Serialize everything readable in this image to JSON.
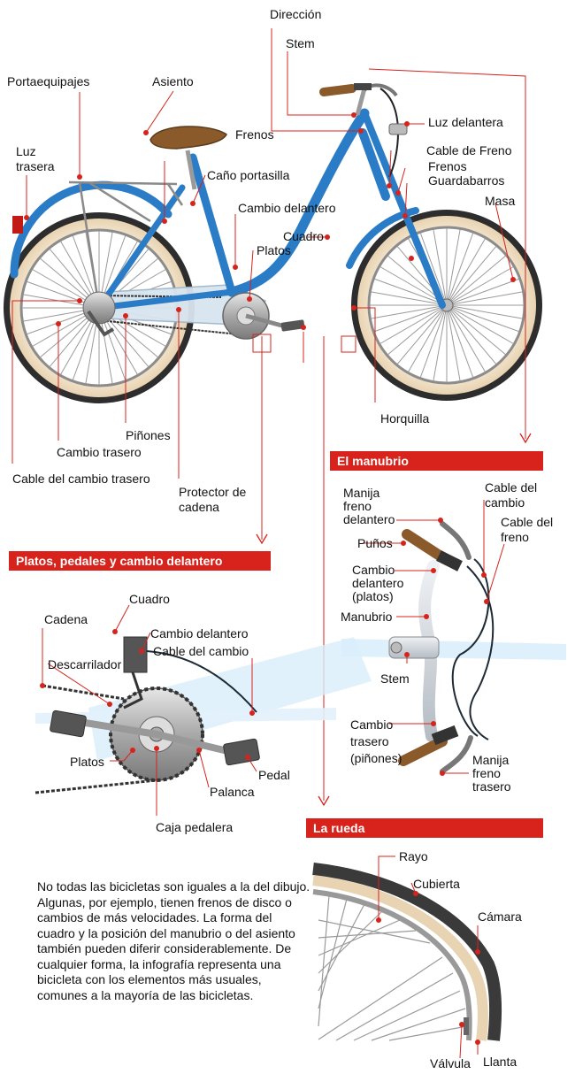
{
  "bike_labels": {
    "direccion": "Dirección",
    "stem": "Stem",
    "portaequipajes": "Portaequipajes",
    "asiento": "Asiento",
    "luz_delantera": "Luz delantera",
    "luz_trasera": "Luz\ntrasera",
    "frenos_top": "Frenos",
    "cano_portasilla": "Caño portasilla",
    "cable_de_freno": "Cable de Freno",
    "frenos_right": "Frenos",
    "guardabarros": "Guardabarros",
    "cambio_delantero": "Cambio delantero",
    "masa": "Masa",
    "cuadro": "Cuadro",
    "platos": "Platos",
    "pinones": "Piñones",
    "cambio_trasero": "Cambio trasero",
    "cable_cambio_trasero": "Cable del cambio trasero",
    "protector_cadena": "Protector de\ncadena",
    "horquilla": "Horquilla"
  },
  "sections": {
    "manubrio": {
      "title": "El manubrio",
      "labels": {
        "manija_freno_delantero": "Manija\nfreno\ndelantero",
        "cable_del_cambio": "Cable del\ncambio",
        "cable_del_freno": "Cable del\nfreno",
        "punos": "Puños",
        "cambio_delantero_platos": "Cambio\ndelantero\n(platos)",
        "manubrio": "Manubrio",
        "stem": "Stem",
        "cambio_trasero_pinones": "Cambio\ntrasero\n(piñones)",
        "manija_freno_trasero": "Manija\nfreno\ntrasero"
      }
    },
    "platos": {
      "title": "Platos, pedales y cambio delantero",
      "labels": {
        "cuadro": "Cuadro",
        "cadena": "Cadena",
        "cambio_delantero": "Cambio delantero",
        "cable_del_cambio": "Cable del cambio",
        "descarrilador": "Descarrilador",
        "platos": "Platos",
        "pedal": "Pedal",
        "palanca": "Palanca",
        "caja_pedalera": "Caja pedalera"
      }
    },
    "rueda": {
      "title": "La rueda",
      "labels": {
        "rayo": "Rayo",
        "cubierta": "Cubierta",
        "camara": "Cámara",
        "valvula": "Válvula",
        "llanta": "Llanta"
      }
    }
  },
  "note": "No todas las bicicletas son iguales a la del dibujo. Algunas, por ejemplo, tienen frenos de disco o cambios de más velocidades. La forma del cuadro y la posición del manubrio o del asiento también pueden diferir considerablemente. De cualquier forma, la infografía representa una bicicleta con los elementos más usuales, comunes a la mayoría de las bicicletas.",
  "colors": {
    "frame_blue": "#2a7cc7",
    "tire_cream": "#f3e6d0",
    "accent_red": "#d7231c",
    "leader_red": "#d7231c",
    "saddle_brown": "#8a5a2b"
  }
}
